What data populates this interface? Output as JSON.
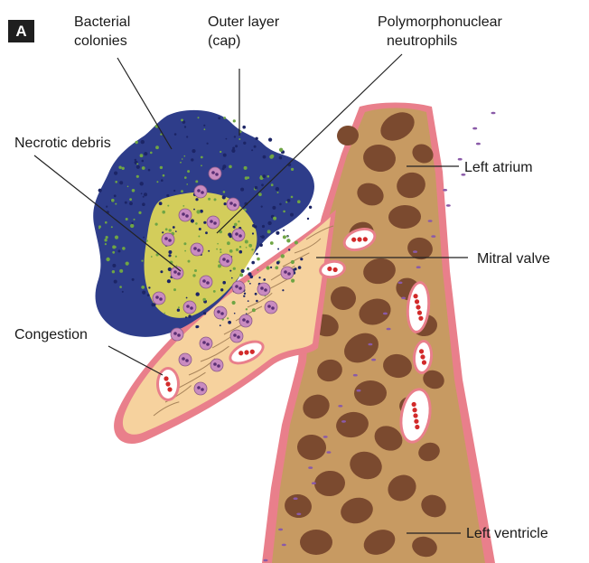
{
  "panel_letter": "A",
  "labels": {
    "bacterial_colonies_1": "Bacterial",
    "bacterial_colonies_2": "colonies",
    "outer_layer_1": "Outer layer",
    "outer_layer_2": "(cap)",
    "pmn_1": "Polymorphonuclear",
    "pmn_2": "neutrophils",
    "necrotic_debris": "Necrotic debris",
    "left_atrium": "Left atrium",
    "mitral_valve": "Mitral valve",
    "congestion": "Congestion",
    "left_ventricle": "Left ventricle"
  },
  "colors": {
    "valve_tissue": "#f6d29e",
    "endocardium": "#e97f8b",
    "myocardium": "#c79a62",
    "muscle_cells": "#7b4a2f",
    "vegetation": "#2e3d8a",
    "necrotic_yellow": "#e6dd55",
    "neutrophil": "#c98bc0",
    "blood_cell": "#d22a2a"
  }
}
